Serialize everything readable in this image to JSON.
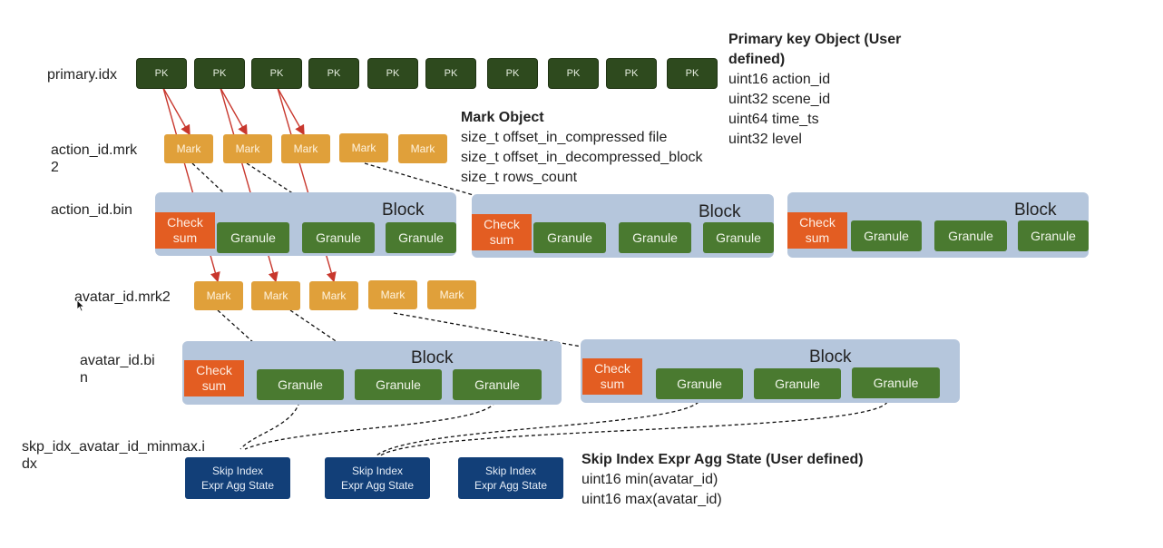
{
  "rows": {
    "primary_idx": "primary.idx",
    "action_mrk_line1": "action_id.mrk",
    "action_mrk_line2": "2",
    "action_bin": "action_id.bin",
    "avatar_mrk": "avatar_id.mrk2",
    "avatar_bin_line1": "avatar_id.bi",
    "avatar_bin_line2": "n",
    "skp_line1": "skp_idx_avatar_id_minmax.i",
    "skp_line2": "dx"
  },
  "pk_label": "PK",
  "mark_label": "Mark",
  "block_label": "Block",
  "checksum_line1": "Check",
  "checksum_line2": "sum",
  "granule_label": "Granule",
  "skip_line1": "Skip Index",
  "skip_line2": "Expr Agg State",
  "primary_key_panel": {
    "title_line1": "Primary key Object (User",
    "title_line2": "defined)",
    "fields": [
      "uint16 action_id",
      "uint32 scene_id",
      "uint64 time_ts",
      "uint32 level"
    ]
  },
  "mark_panel": {
    "title": "Mark Object",
    "fields": [
      "size_t offset_in_compressed file",
      "size_t offset_in_decompressed_block",
      "size_t rows_count"
    ]
  },
  "skip_panel": {
    "title": "Skip Index Expr Agg State (User defined)",
    "fields": [
      "uint16 min(avatar_id)",
      "uint16 max(avatar_id)"
    ]
  },
  "colors": {
    "pk": "#2e4a1e",
    "mark": "#e0a03a",
    "block": "#b5c6dc",
    "checksum": "#e35d22",
    "granule": "#4a7a30",
    "skip": "#123f78",
    "red_arrow": "#c8372d",
    "dashed_arrow": "#111111"
  }
}
